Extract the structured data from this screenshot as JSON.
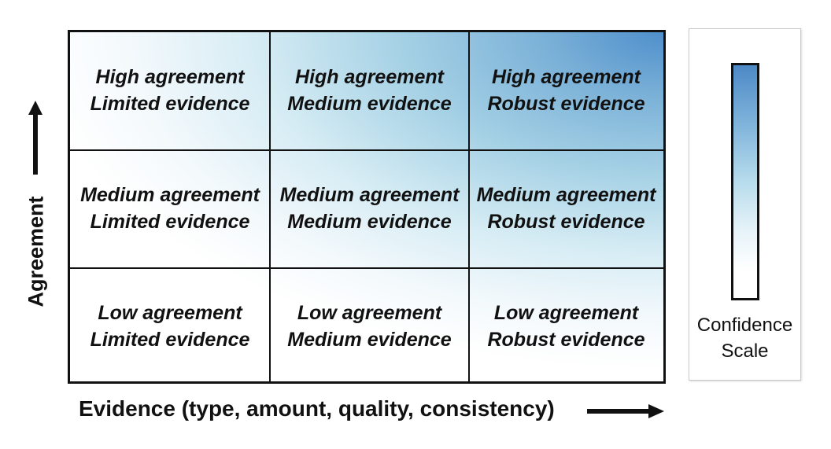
{
  "matrix": {
    "rows": [
      {
        "cells": [
          {
            "agreement": "High agreement",
            "evidence": "Limited evidence"
          },
          {
            "agreement": "High agreement",
            "evidence": "Medium evidence"
          },
          {
            "agreement": "High agreement",
            "evidence": "Robust evidence"
          }
        ]
      },
      {
        "cells": [
          {
            "agreement": "Medium agreement",
            "evidence": "Limited evidence"
          },
          {
            "agreement": "Medium agreement",
            "evidence": "Medium evidence"
          },
          {
            "agreement": "Medium agreement",
            "evidence": "Robust evidence"
          }
        ]
      },
      {
        "cells": [
          {
            "agreement": "Low agreement",
            "evidence": "Limited evidence"
          },
          {
            "agreement": "Low agreement",
            "evidence": "Medium evidence"
          },
          {
            "agreement": "Low agreement",
            "evidence": "Robust evidence"
          }
        ]
      }
    ]
  },
  "axes": {
    "y_label": "Agreement",
    "x_label": "Evidence (type, amount, quality, consistency)"
  },
  "confidence_scale": {
    "line1": "Confidence",
    "line2": "Scale",
    "gradient_top_color": "#4d89c6",
    "gradient_bottom_color": "#ffffff"
  },
  "colors": {
    "high_confidence": "#4f8fcb",
    "low_confidence": "#ffffff",
    "lines": "#111111"
  }
}
